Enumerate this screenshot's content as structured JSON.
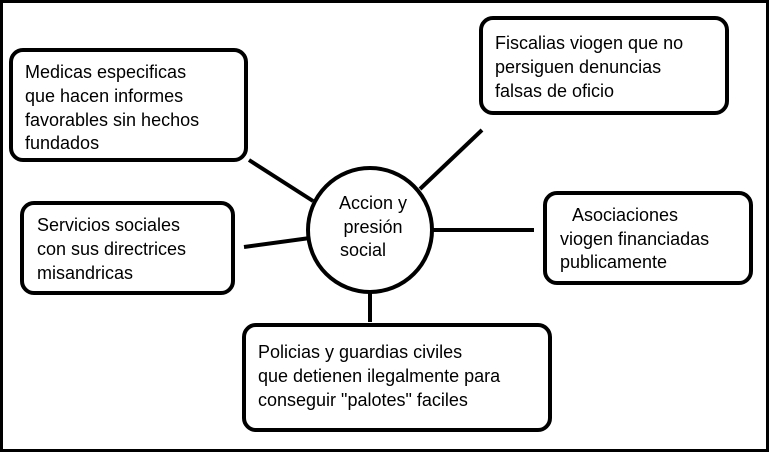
{
  "center": {
    "lines": [
      "Accion y",
      "presión",
      "social"
    ]
  },
  "nodes": [
    {
      "id": "medicas",
      "lines": [
        "Medicas especificas",
        "que hacen informes",
        "favorables sin hechos",
        "fundados"
      ]
    },
    {
      "id": "fiscalias",
      "lines": [
        "Fiscalias viogen que no",
        "persiguen denuncias",
        "falsas de oficio"
      ]
    },
    {
      "id": "servicios",
      "lines": [
        "Servicios sociales",
        "con sus directrices",
        "misandricas"
      ]
    },
    {
      "id": "asociaciones",
      "lines": [
        "Asociaciones",
        "viogen financiadas",
        "publicamente"
      ]
    },
    {
      "id": "policias",
      "lines": [
        "Policias y guardias civiles",
        "que detienen ilegalmente para",
        "conseguir \"palotes\" faciles"
      ]
    }
  ],
  "colors": {
    "stroke": "#000000",
    "background": "#ffffff"
  }
}
